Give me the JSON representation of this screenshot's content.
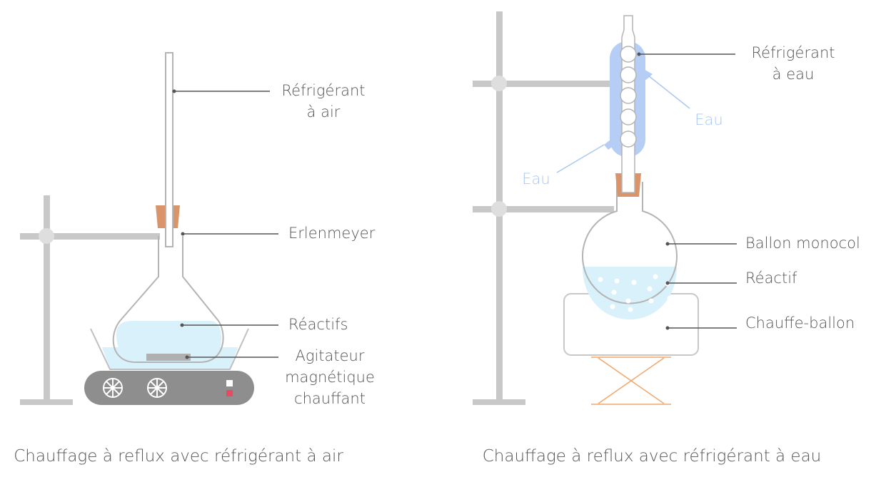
{
  "left": {
    "labels": {
      "air_condenser_line1": "Réfrigérant",
      "air_condenser_line2": "à air",
      "erlenmeyer": "Erlenmeyer",
      "reagents": "Réactifs",
      "stirrer_line1": "Agitateur",
      "stirrer_line2": "magnétique",
      "stirrer_line3": "chauffant"
    },
    "caption": "Chauffage à reflux avec réfrigérant à air"
  },
  "right": {
    "labels": {
      "water_condenser_line1": "Réfrigérant",
      "water_condenser_line2": "à eau",
      "water_out": "Eau",
      "water_in": "Eau",
      "flask": "Ballon monocol",
      "reagent": "Réactif",
      "heater": "Chauffe-ballon"
    },
    "caption": "Chauffage à reflux avec réfrigérant à eau"
  },
  "colors": {
    "stand": "#c8c8c8",
    "glass_outline": "#b4b4b4",
    "liquid": "#d8f1fb",
    "condenser_jacket": "#b6cdf5",
    "stopper": "#d9946a",
    "hotplate": "#8e8e8e",
    "led_white": "#ffffff",
    "led_red": "#e84a5f",
    "lab_jack": "#f2a66a",
    "water_label": "#a9c8f0",
    "leader_line": "#555555"
  }
}
